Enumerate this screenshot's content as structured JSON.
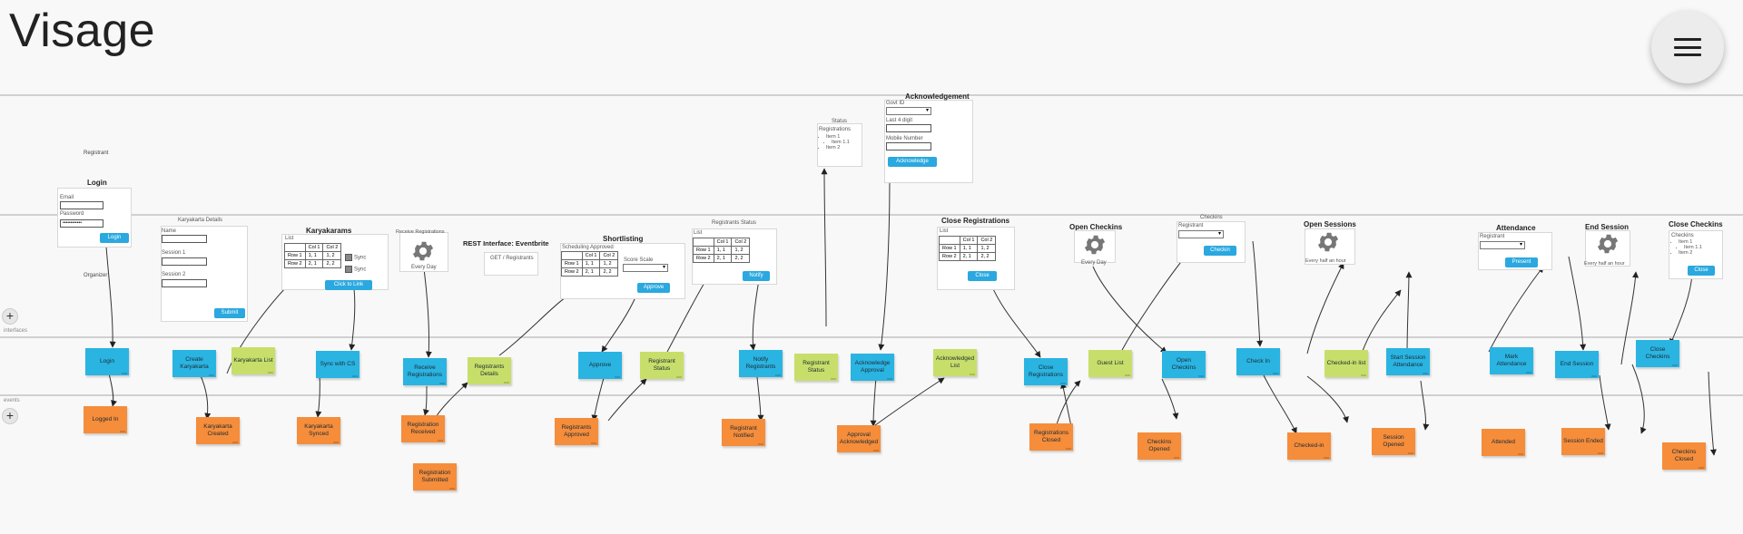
{
  "app": {
    "title": "Visage"
  },
  "lanes": {
    "middle": "interfaces",
    "lower": "events"
  },
  "labels": {
    "registrant": "Registrant",
    "organizer": "Organizer"
  },
  "login": {
    "title": "Login",
    "email": "Email",
    "password": "Password",
    "password_value": "••••••••••••",
    "button": "Login"
  },
  "karyakarta_details": {
    "title": "Karyakarta Details",
    "name": "Name",
    "session1": "Session 1",
    "session2": "Session 2",
    "button": "Submit"
  },
  "karyakarams": {
    "title": "Karyakarams",
    "list": "List",
    "col1": "Col 1",
    "col2": "Col 2",
    "row1": "Row 1",
    "row2": "Row 2",
    "c11": "1, 1",
    "c12": "1, 2",
    "c21": "2, 1",
    "c22": "2, 2",
    "sync1": "Sync",
    "sync2": "Sync",
    "button": "Click to Link"
  },
  "receive_registrations": {
    "title": "Receive Registrations",
    "caption": "Every Day"
  },
  "rest_interface": {
    "title": "REST Interface: Eventbrite",
    "content": "GET / Registrants"
  },
  "shortlisting": {
    "title": "Shortlisting",
    "subtitle": "Scheduling Approved",
    "col1": "Col 1",
    "col2": "Col 2",
    "row1": "Row 1",
    "row2": "Row 2",
    "c11": "1, 1",
    "c12": "1, 2",
    "c21": "2, 1",
    "c22": "2, 2",
    "score": "Score Scale",
    "button": "Approve"
  },
  "registrants_status_panel": {
    "title": "Registrants Status",
    "list": "List",
    "col1": "Col 1",
    "col2": "Col 2",
    "row1": "Row 1",
    "row2": "Row 2",
    "c11": "1, 1",
    "c12": "1, 2",
    "c21": "2, 1",
    "c22": "2, 2",
    "button": "Notify"
  },
  "status_panel": {
    "title": "Status",
    "heading": "Registrations",
    "items": [
      "Item 1",
      "Item 1.1",
      "Item 2"
    ]
  },
  "acknowledgement": {
    "title": "Acknowledgement",
    "field1": "Govt ID",
    "field2": "Last 4 digit",
    "field3": "Mobile Number",
    "button": "Acknowledge"
  },
  "close_registrations": {
    "title": "Close Registrations",
    "list": "List",
    "col1": "Col 1",
    "col2": "Col 2",
    "row1": "Row 1",
    "row2": "Row 2",
    "c11": "1, 1",
    "c12": "1, 2",
    "c21": "2, 1",
    "c22": "2, 2",
    "button": "Close"
  },
  "open_checkins": {
    "title": "Open Checkins",
    "caption": "Every Day"
  },
  "checkins_panel": {
    "title": "Checkins",
    "label": "Registrant",
    "button": "Checkin"
  },
  "open_sessions": {
    "title": "Open Sessions",
    "caption": "Every half an hour"
  },
  "attendance": {
    "title": "Attendance",
    "label": "Registrant",
    "button": "Present"
  },
  "end_session": {
    "title": "End Session",
    "caption": "Every half an hour"
  },
  "close_checkins": {
    "title": "Close Checkins",
    "heading": "Checkins",
    "items": [
      "Item 1",
      "Item 1.1",
      "Item 2"
    ],
    "button": "Close"
  },
  "commands": {
    "login": "Login",
    "create_karyakarta": "Create Karyakarta",
    "sync_with_cs": "Sync with CS",
    "receive_registrations": "Receive Registrations",
    "approve": "Approve",
    "notify_registrants": "Notify Registrants",
    "acknowledge_approval": "Acknowledge Approval",
    "close_registrations": "Close Registrations",
    "open_checkins": "Open Checkins",
    "check_in": "Check In",
    "start_session_attendance": "Start Session Attendance",
    "mark_attendance": "Mark Attendance",
    "end_session": "End Session",
    "close_checkins": "Close Checkins"
  },
  "read_models": {
    "karyakarta_list": "Karyakarta List",
    "registrants_details": "Registrants Details",
    "registrant_status_1": "Registrant Status",
    "registrant_status_2": "Registrant Status",
    "acknowledged_list": "Acknowledged List",
    "guest_list": "Guest List",
    "checked_in_list": "Checked-in list"
  },
  "events": {
    "logged_in": "Logged In",
    "karyakarta_created": "Karyakarta Created",
    "karyakarta_synced": "Karyakarta Synced",
    "registration_received": "Registration Received",
    "registration_submitted": "Registration Submitted",
    "registrants_approved": "Registrants Approved",
    "registrant_notified": "Registrant Notified",
    "approval_acknowledged": "Approval Acknowledged",
    "registrations_closed": "Registrations Closed",
    "checkins_opened": "Checkins Opened",
    "checked_in": "Checked-in",
    "session_opened": "Session Opened",
    "attended": "Attended",
    "session_ended": "Session Ended",
    "checkins_closed": "Checkins Closed"
  }
}
